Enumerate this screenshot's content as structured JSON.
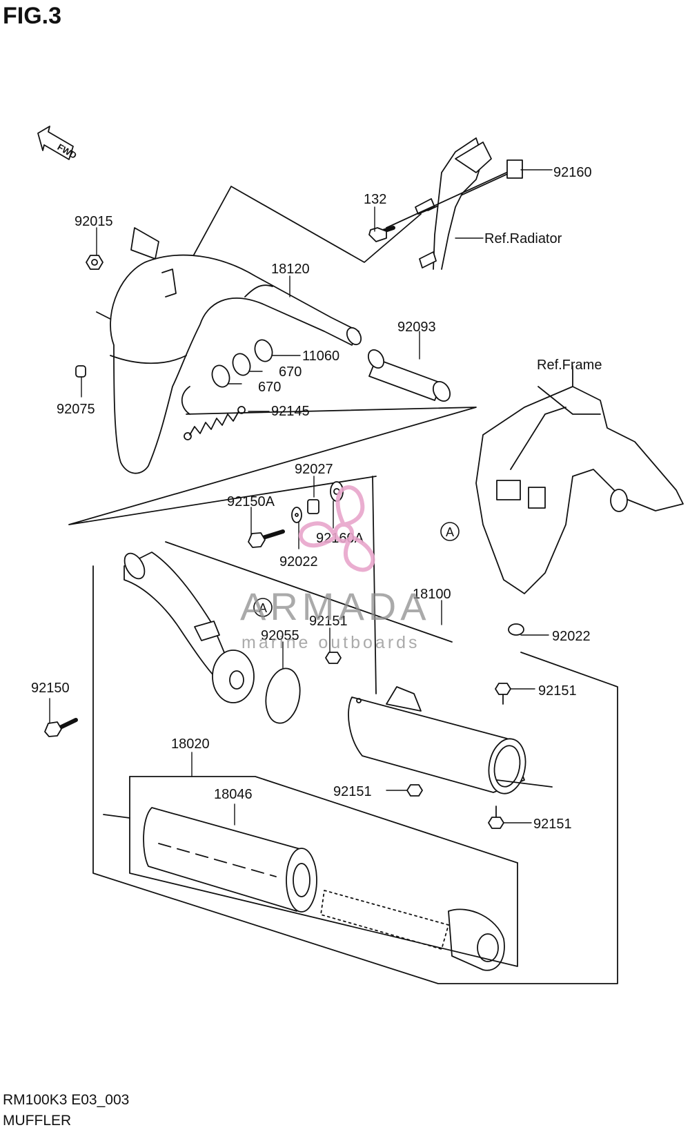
{
  "figure": {
    "title": "FIG.3",
    "model_code": "RM100K3 E03_003",
    "section": "MUFFLER",
    "fwd_badge": "FWD"
  },
  "watermark": {
    "brand": "ARMADA",
    "tagline": "marine outboards",
    "color": "#e8a6cc"
  },
  "parts": {
    "p92160": "92160",
    "p132": "132",
    "p92015": "92015",
    "ref_radiator": "Ref.Radiator",
    "p18120": "18120",
    "p92093": "92093",
    "p11060": "11060",
    "p670a": "670",
    "p670b": "670",
    "p92075": "92075",
    "p92145": "92145",
    "ref_frame": "Ref.Frame",
    "p92027": "92027",
    "p92150A": "92150A",
    "p92160A": "92160A",
    "p92022a": "92022",
    "callout_a1": "A",
    "callout_a2": "A",
    "p18100": "18100",
    "p92151a": "92151",
    "p92055": "92055",
    "p92022b": "92022",
    "p92150": "92150",
    "p92151b": "92151",
    "p18020": "18020",
    "p18046": "18046",
    "p92151c": "92151",
    "p92151d": "92151"
  }
}
